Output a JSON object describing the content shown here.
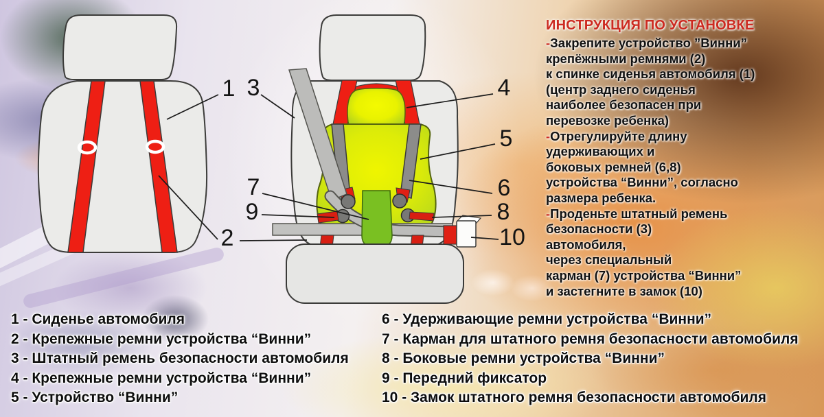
{
  "poster": {
    "title": "ИНСТРУКЦИЯ ПО УСТАНОВКЕ"
  },
  "instructions": {
    "lines": [
      {
        "dash": "-",
        "text": "Закрепите устройство ”Винни”"
      },
      {
        "dash": "",
        "text": "крепёжными ремнями (2)"
      },
      {
        "dash": "",
        "text": "к спинке сиденья автомобиля (1)"
      },
      {
        "dash": "",
        "text": "(центр заднего сиденья"
      },
      {
        "dash": "",
        "text": "наиболее безопасен при"
      },
      {
        "dash": "",
        "text": "перевозке ребенка)"
      },
      {
        "dash": "-",
        "text": "Отрегулируйте длину"
      },
      {
        "dash": "",
        "text": "удерживающих и"
      },
      {
        "dash": "",
        "text": "боковых ремней (6,8)"
      },
      {
        "dash": "",
        "text": "устройства “Винни”, согласно"
      },
      {
        "dash": "",
        "text": "размера ребенка."
      },
      {
        "dash": "-",
        "text": "Проденьте штатный ремень"
      },
      {
        "dash": "",
        "text": "безопасности (3)"
      },
      {
        "dash": "",
        "text": "автомобиля,"
      },
      {
        "dash": "",
        "text": "через специальный"
      },
      {
        "dash": "",
        "text": "карман (7) устройства “Винни”"
      },
      {
        "dash": "",
        "text": "и застегните в замок (10)"
      }
    ]
  },
  "legend": {
    "left": [
      {
        "text": "1 - Сиденье автомобиля"
      },
      {
        "text": "2 - Крепежные ремни устройства “Винни”"
      },
      {
        "text": "3 - Штатный ремень безопасности автомобиля"
      },
      {
        "text": "4 - Крепежные ремни устройства “Винни”"
      },
      {
        "text": "5 - Устройство “Винни”"
      }
    ],
    "right": [
      {
        "text": "6 - Удерживающие ремни устройства “Винни”"
      },
      {
        "text": "7 - Карман для штатного ремня безопасности автомобиля"
      },
      {
        "text": "8 - Боковые ремни устройства “Винни”"
      },
      {
        "text": "9 - Передний фиксатор"
      },
      {
        "text": "10 - Замок штатного ремня безопасности автомобиля"
      }
    ]
  },
  "diagram_left": {
    "callouts": {
      "n1": "1",
      "n2": "2"
    }
  },
  "diagram_middle": {
    "callouts": {
      "n3": "3",
      "n4": "4",
      "n5": "5",
      "n6": "6",
      "n7": "7",
      "n8": "8",
      "n9": "9",
      "n10": "10"
    }
  },
  "colors": {
    "title_red": "#cc2a20",
    "strap_red": "#ee1f14",
    "device_green": "#cbe010",
    "belt_gray": "#bcbcba",
    "seat_gray": "#ebebe9"
  }
}
